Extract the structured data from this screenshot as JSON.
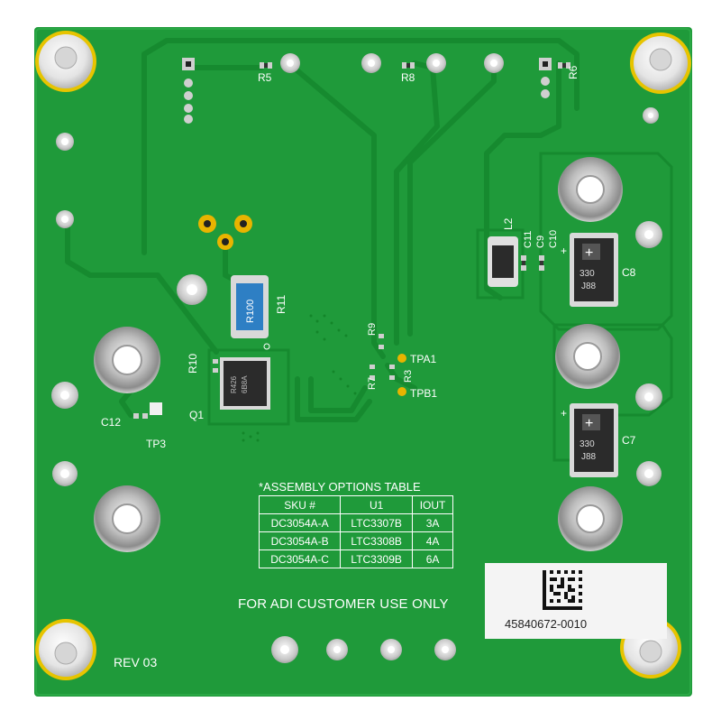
{
  "board": {
    "colors": {
      "solder_mask": "#1f9a3a",
      "copper_trace": "#168a2f",
      "silkscreen": "#ffffff",
      "pad_metal": "#d9d9d9",
      "gold_pad": "#e8b400",
      "component_body": "#2b2b2b"
    },
    "designators": {
      "r5": "R5",
      "r8": "R8",
      "r6": "R6",
      "l2": "L2",
      "c11": "C11",
      "c9": "C9",
      "c10": "C10",
      "c8": "C8",
      "c7": "C7",
      "r11": "R11",
      "r100": "R100",
      "r9": "R9",
      "r10": "R10",
      "r3": "R3",
      "r7": "R7",
      "tpa1": "TPA1",
      "tpb1": "TPB1",
      "q1": "Q1",
      "c12": "C12",
      "tp3": "TP3"
    },
    "cap_marking_c8": "330",
    "cap_code_c8": "J88",
    "cap_marking_c7": "330",
    "cap_code_c7": "J88",
    "q1_marking_1": "R426",
    "q1_marking_2": "6B8A",
    "table": {
      "title": "*ASSEMBLY OPTIONS TABLE",
      "headers": [
        "SKU #",
        "U1",
        "IOUT"
      ],
      "rows": [
        [
          "DC3054A-A",
          "LTC3307B",
          "3A"
        ],
        [
          "DC3054A-B",
          "LTC3308B",
          "4A"
        ],
        [
          "DC3054A-C",
          "LTC3309B",
          "6A"
        ]
      ]
    },
    "footer": "FOR ADI CUSTOMER USE ONLY",
    "revision": "REV 03",
    "serial": "45840672-0010"
  }
}
